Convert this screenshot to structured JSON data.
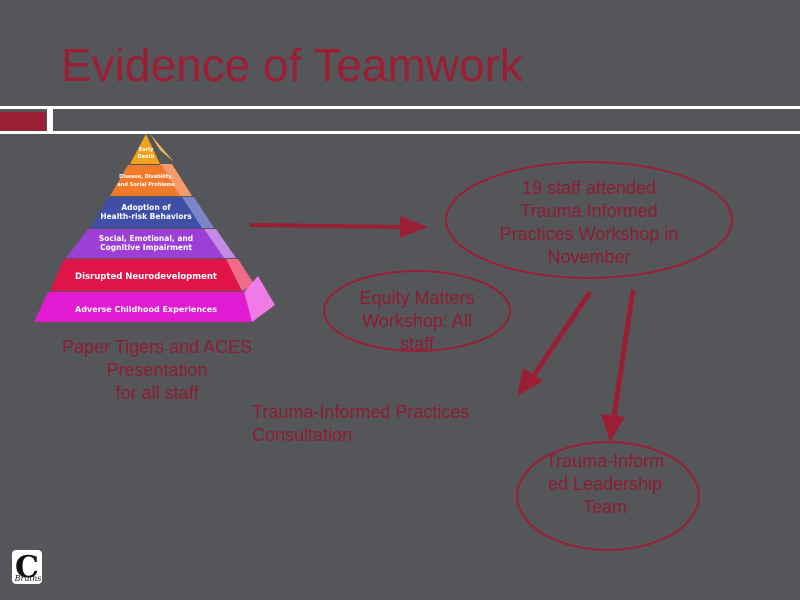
{
  "slide": {
    "title": "Evidence of Teamwork"
  },
  "pyramid": {
    "levels": [
      {
        "line1": "Early",
        "line2": "Death"
      },
      {
        "line1": "Disease, Disability,",
        "line2": "and Social Problems"
      },
      {
        "line1": "Adoption of",
        "line2": "Health-risk Behaviors"
      },
      {
        "line1": "Social, Emotional, and",
        "line2": "Cognitive Impairment"
      },
      {
        "line1": "Disrupted Neurodevelopment",
        "line2": ""
      },
      {
        "line1": "Adverse Childhood Experiences",
        "line2": ""
      }
    ],
    "colors": [
      "#f2a31b",
      "#f07a2a",
      "#3f4fa6",
      "#9b3fd6",
      "#e01446",
      "#e21bd2"
    ]
  },
  "labels": {
    "paper_tigers": [
      "Paper Tigers  and ACES",
      "Presentation",
      "for all staff"
    ],
    "staff_attended": [
      "19 staff attended",
      "Trauma Informed",
      "Practices Workshop in",
      "November"
    ],
    "equity_matters": [
      "Equity Matters",
      "Workshop: All",
      "staff"
    ],
    "consultation": [
      "Trauma-Informed Practices",
      "Consultation"
    ],
    "leadership_team": [
      "Trauma-Inform",
      "ed Leadership",
      "Team"
    ]
  },
  "logo": {
    "letter": "C",
    "script": "Bruins"
  },
  "colors": {
    "background": "#55565a",
    "accent": "#9b1f34"
  }
}
